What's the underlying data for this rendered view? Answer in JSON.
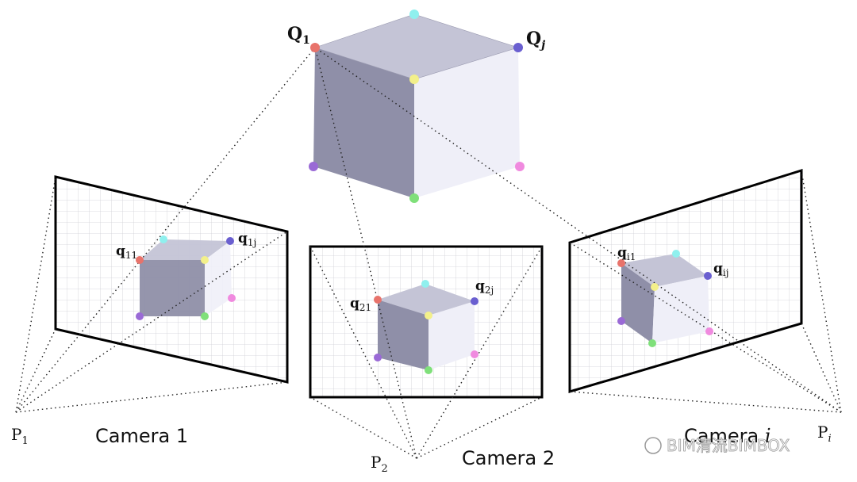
{
  "points": {
    "Q1": {
      "base": "Q",
      "sub": "1"
    },
    "Qj": {
      "base": "Q",
      "sub": "j"
    },
    "q11": {
      "base": "q",
      "sub": "11"
    },
    "q1j": {
      "base": "q",
      "sub": "1j"
    },
    "q21": {
      "base": "q",
      "sub": "21"
    },
    "q2j": {
      "base": "q",
      "sub": "2j"
    },
    "qi1": {
      "base": "q",
      "sub": "i1"
    },
    "qij": {
      "base": "q",
      "sub": "ij"
    },
    "P1": {
      "base": "P",
      "sub": "1"
    },
    "P2": {
      "base": "P",
      "sub": "2"
    },
    "Pi": {
      "base": "P",
      "sub": "i"
    }
  },
  "cameras": {
    "c1": {
      "label": "Camera 1"
    },
    "c2": {
      "label": "Camera 2"
    },
    "ci": {
      "label": "Camera ",
      "var": "i"
    }
  },
  "watermark": {
    "text": "BIM清流BIMBOX"
  },
  "colors": {
    "q1_red": "#e8736b",
    "qj_blue": "#6a5fd0",
    "cyan": "#8ff0ee",
    "yellow": "#f3f08a",
    "purple": "#9a6ad6",
    "pink": "#f08adf",
    "green": "#7fe07a",
    "cube_top": "#c4c4d6",
    "cube_left": "#8f8fa8",
    "cube_right": "#efeff8"
  }
}
